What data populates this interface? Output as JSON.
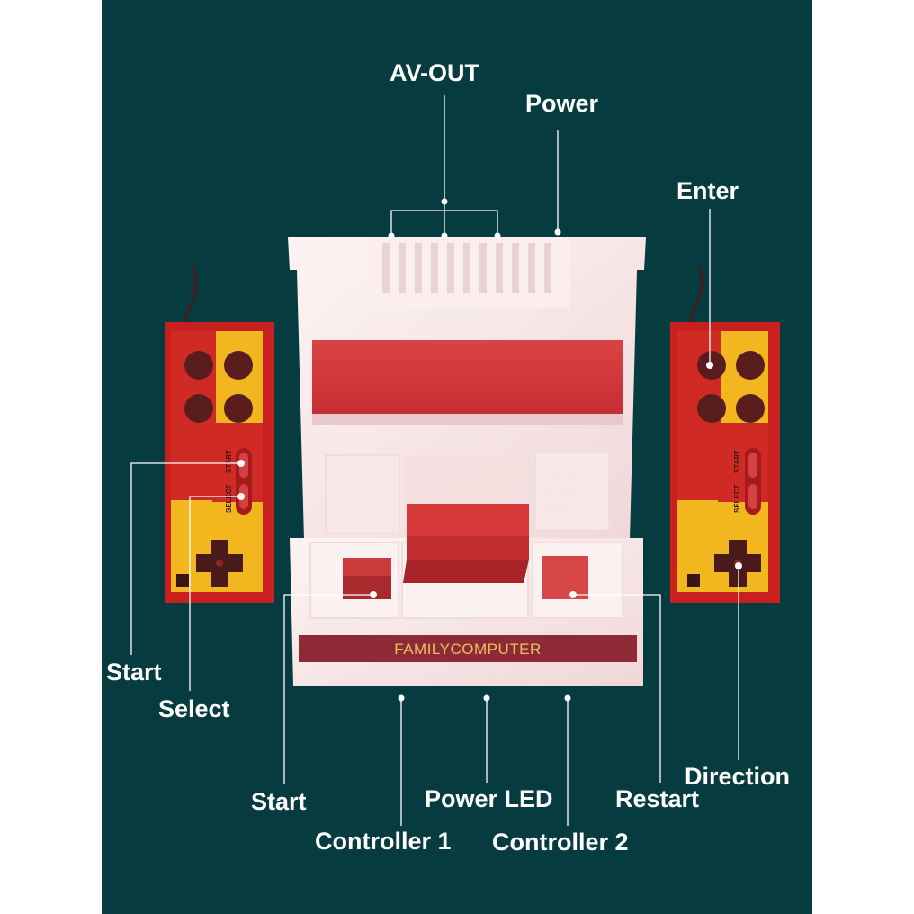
{
  "colors": {
    "background": "#063b40",
    "console_body": "#f7e9e9",
    "console_red": "#cf3a3a",
    "controller_red": "#c8201e",
    "controller_yellow": "#f2b61e",
    "label_text": "#ffffff"
  },
  "console": {
    "brand": "FAMILYCOMPUTER",
    "panel_text": [
      "Push this",
      "button to",
      "restart"
    ]
  },
  "controller": {
    "start_text": "START",
    "select_text": "SELECT"
  },
  "labels": {
    "av_out": "AV-OUT",
    "power": "Power",
    "enter": "Enter",
    "start_left": "Start",
    "select": "Select",
    "start_console": "Start",
    "power_led": "Power LED",
    "restart": "Restart",
    "direction": "Direction",
    "controller_1": "Controller 1",
    "controller_2": "Controller 2"
  }
}
